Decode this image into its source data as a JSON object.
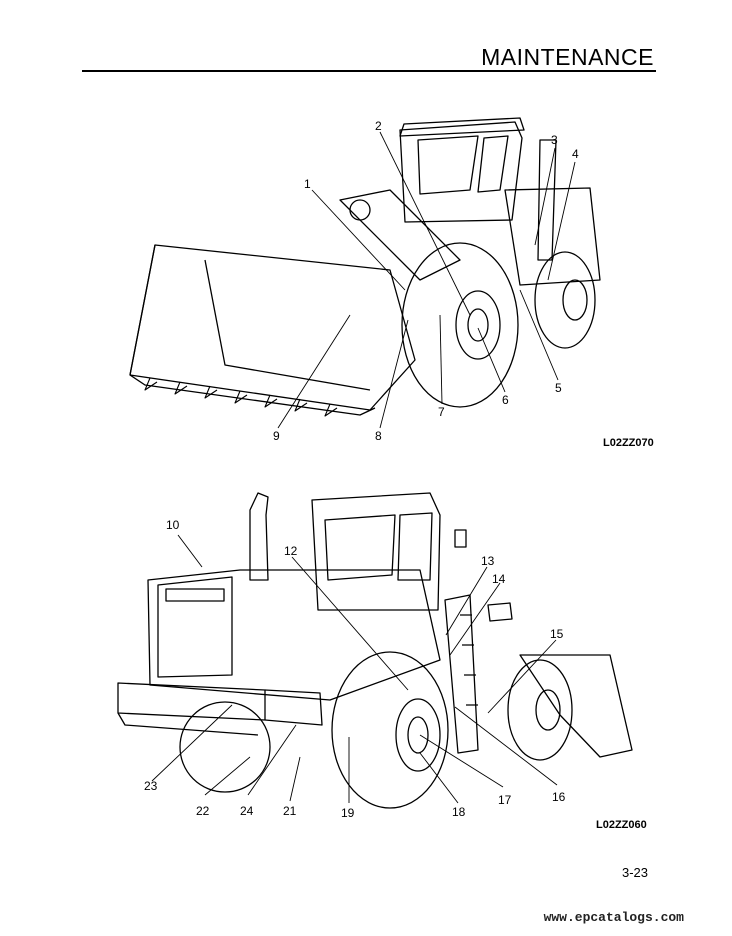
{
  "header": {
    "title": "MAINTENANCE"
  },
  "figure1": {
    "code": "L02ZZ070",
    "callouts": [
      "1",
      "2",
      "3",
      "4",
      "5",
      "6",
      "7",
      "8",
      "9"
    ]
  },
  "figure2": {
    "code": "L02ZZ060",
    "callouts": [
      "10",
      "12",
      "13",
      "14",
      "15",
      "16",
      "17",
      "18",
      "19",
      "21",
      "22",
      "23",
      "24"
    ]
  },
  "footer": {
    "page_number": "3-23",
    "watermark": "www.epcatalogs.com"
  }
}
